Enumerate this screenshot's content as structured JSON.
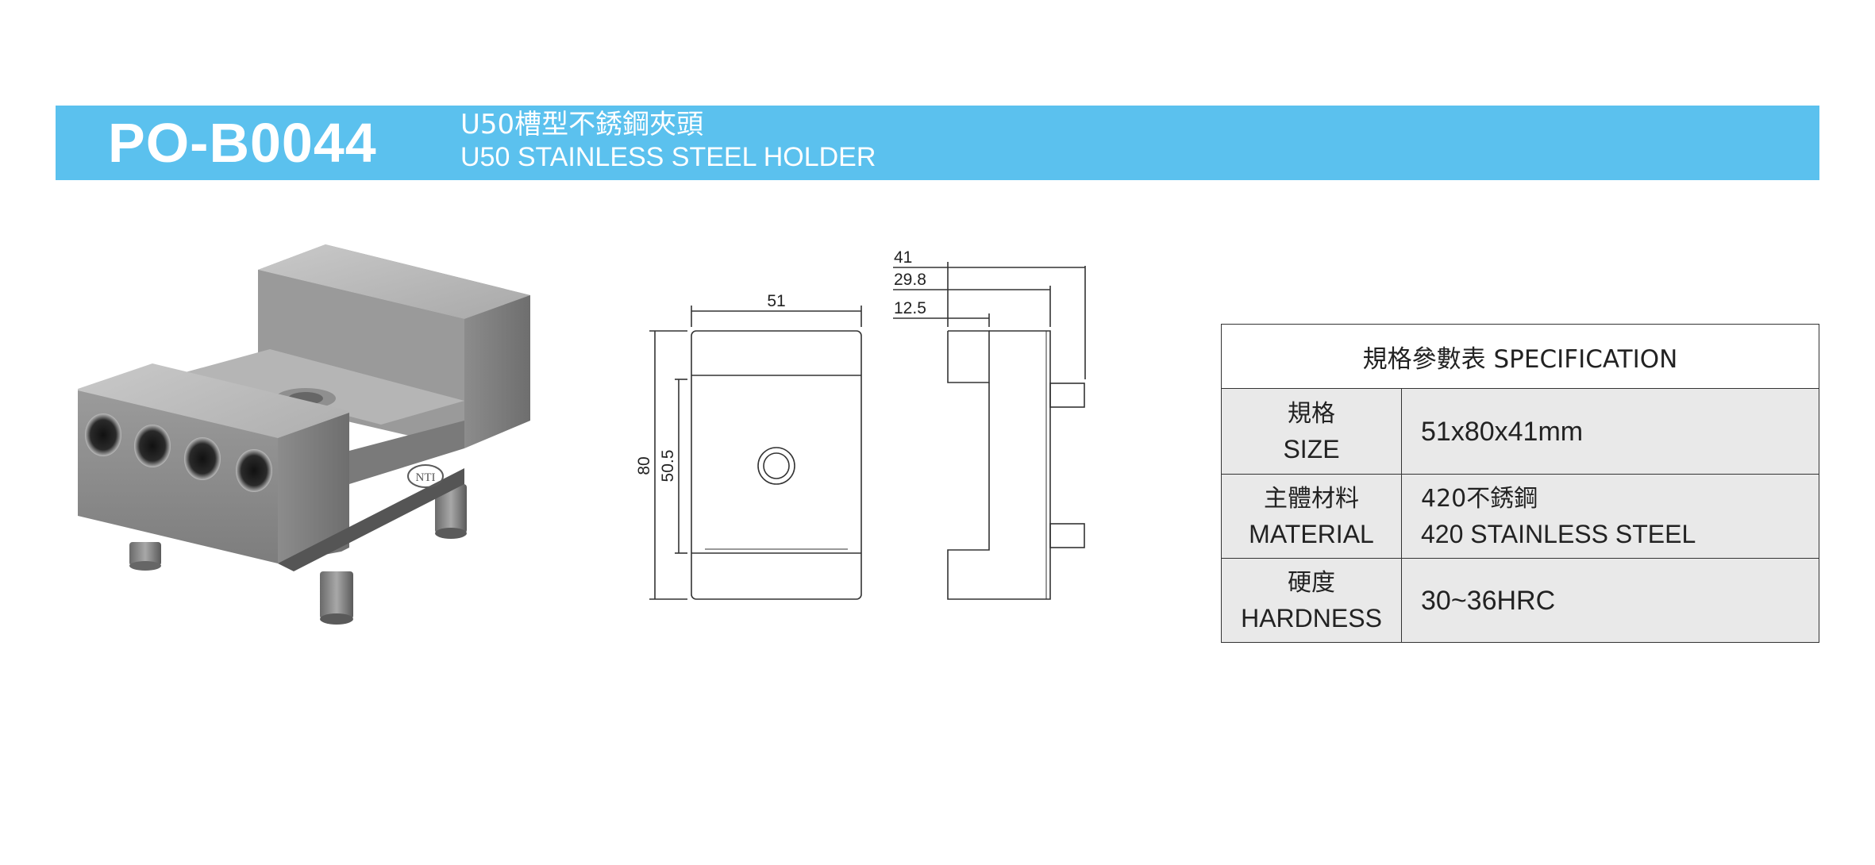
{
  "header": {
    "code": "PO-B0044",
    "title_zh": "U50槽型不銹鋼夾頭",
    "title_en": "U50 STAINLESS STEEL HOLDER"
  },
  "product_image": {
    "icon": "stainless-steel-holder-3d",
    "logo_text": "NTI"
  },
  "drawing": {
    "front": {
      "width": "51",
      "height": "80",
      "hole_height": "50.5"
    },
    "side": {
      "d1": "41",
      "d2": "29.8",
      "d3": "12.5"
    }
  },
  "spec_table": {
    "heading": "規格參數表 SPECIFICATION",
    "rows": [
      {
        "label_zh": "規格",
        "label_en": "SIZE",
        "value_1": "51x80x41mm",
        "value_2": ""
      },
      {
        "label_zh": "主體材料",
        "label_en": "MATERIAL",
        "value_1": "420不銹鋼",
        "value_2": "420 STAINLESS STEEL"
      },
      {
        "label_zh": "硬度",
        "label_en": "HARDNESS",
        "value_1": "30~36HRC",
        "value_2": ""
      }
    ]
  },
  "colors": {
    "banner": "#5bc1ee",
    "table_fill": "#e9e9e9",
    "steel": "#8a8a8a"
  }
}
